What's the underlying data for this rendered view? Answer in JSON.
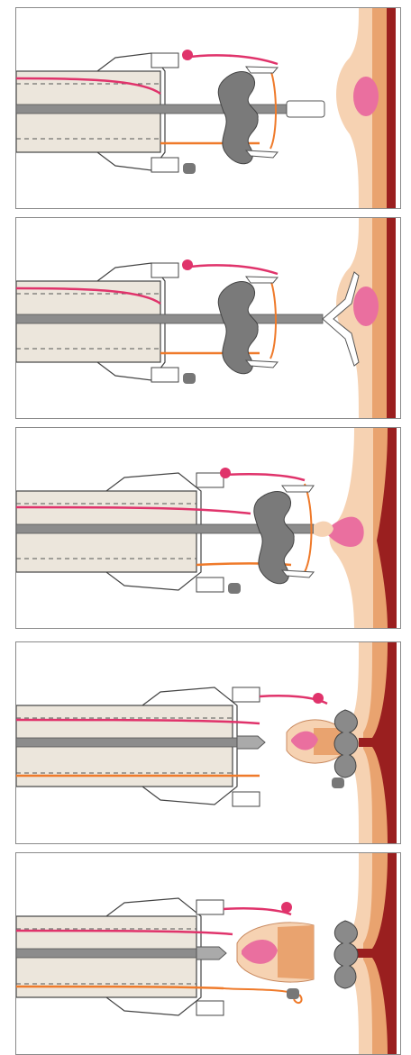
{
  "figure": {
    "panels": [
      {
        "id": "step-1",
        "desc_color_tissue": "#f4c9a4"
      },
      {
        "id": "step-2"
      },
      {
        "id": "step-3"
      },
      {
        "id": "step-4"
      },
      {
        "id": "step-5"
      }
    ]
  },
  "colors": {
    "frame_border": "#8a8a8a",
    "shaft_fill": "#ece6dc",
    "rod": "#8c8c8c",
    "clip": "#7a7a7a",
    "suture_pink": "#e0336b",
    "suture_orange": "#ef7a2a",
    "lesion": "#ea6f9f",
    "tissue_light": "#f6d2b2",
    "tissue_mid": "#e9a36f",
    "tissue_dark": "#9a1f1f"
  }
}
